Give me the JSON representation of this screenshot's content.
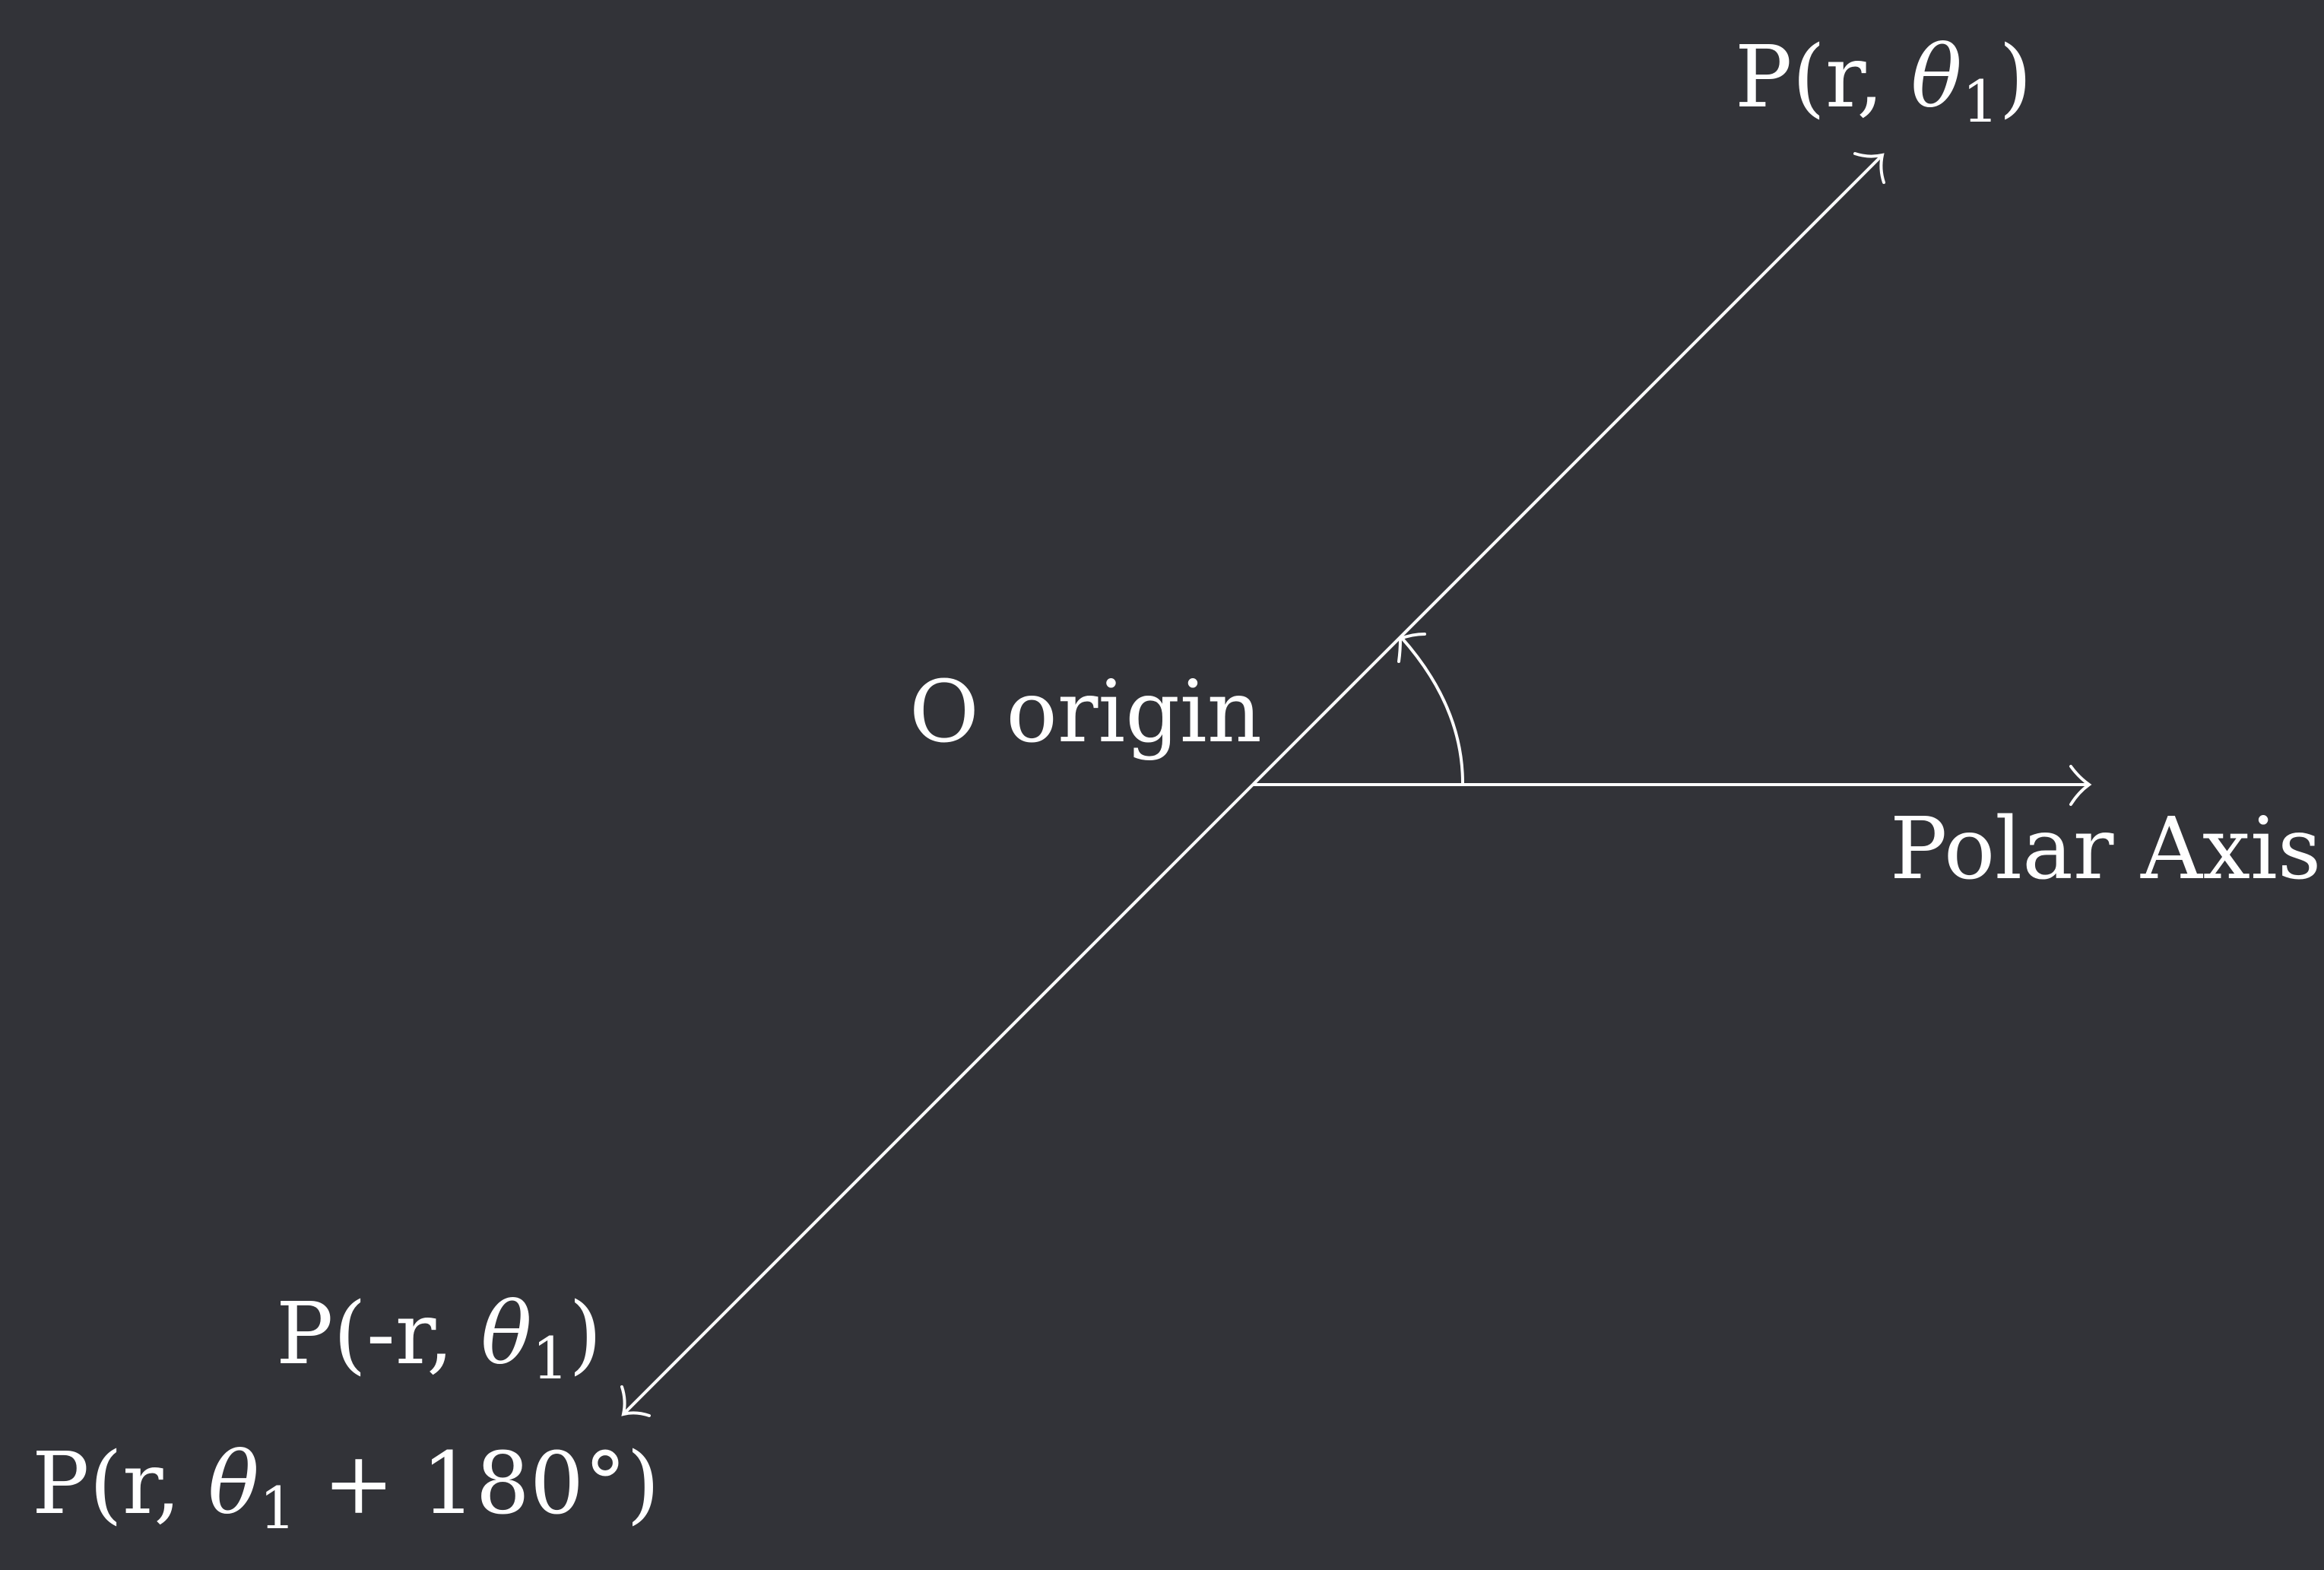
{
  "colors": {
    "background": "#323338",
    "stroke": "#ffffff"
  },
  "labels": {
    "p1_prefix": "P(r, ",
    "p1_theta": "θ",
    "p1_sub": "1",
    "p1_close": ")",
    "origin": "O origin",
    "polar_axis": "Polar Axis",
    "p2_prefix": "P(-r, ",
    "p2_theta": "θ",
    "p2_sub": "1",
    "p2_close": ")",
    "p3_prefix": "P(r, ",
    "p3_theta": "θ",
    "p3_sub": "1",
    "p3_rest": " + 180°)"
  }
}
